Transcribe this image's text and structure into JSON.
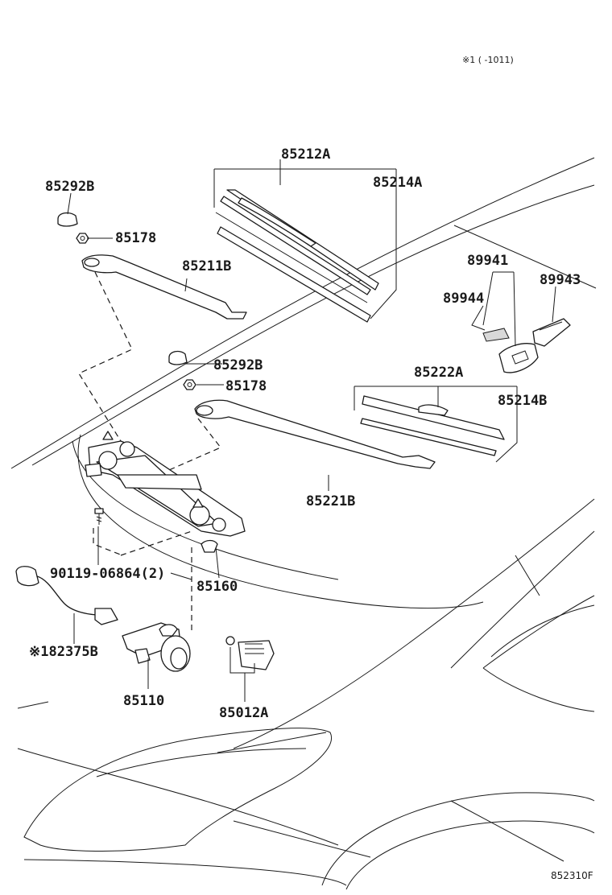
{
  "header_note": "※1 (     -1011)",
  "diagram_code": "852310F",
  "parts": {
    "p85212A": "85212A",
    "p85214A": "85214A",
    "p85292B_1": "85292B",
    "p85178_1": "85178",
    "p85211B": "85211B",
    "p89941": "89941",
    "p89943": "89943",
    "p89944": "89944",
    "p85292B_2": "85292B",
    "p85178_2": "85178",
    "p85222A": "85222A",
    "p85214B": "85214B",
    "p85221B": "85221B",
    "p90119": "90119-06864(2)",
    "p85160": "85160",
    "p82375B": "※182375B",
    "p85110": "85110",
    "p85012A": "85012A"
  }
}
